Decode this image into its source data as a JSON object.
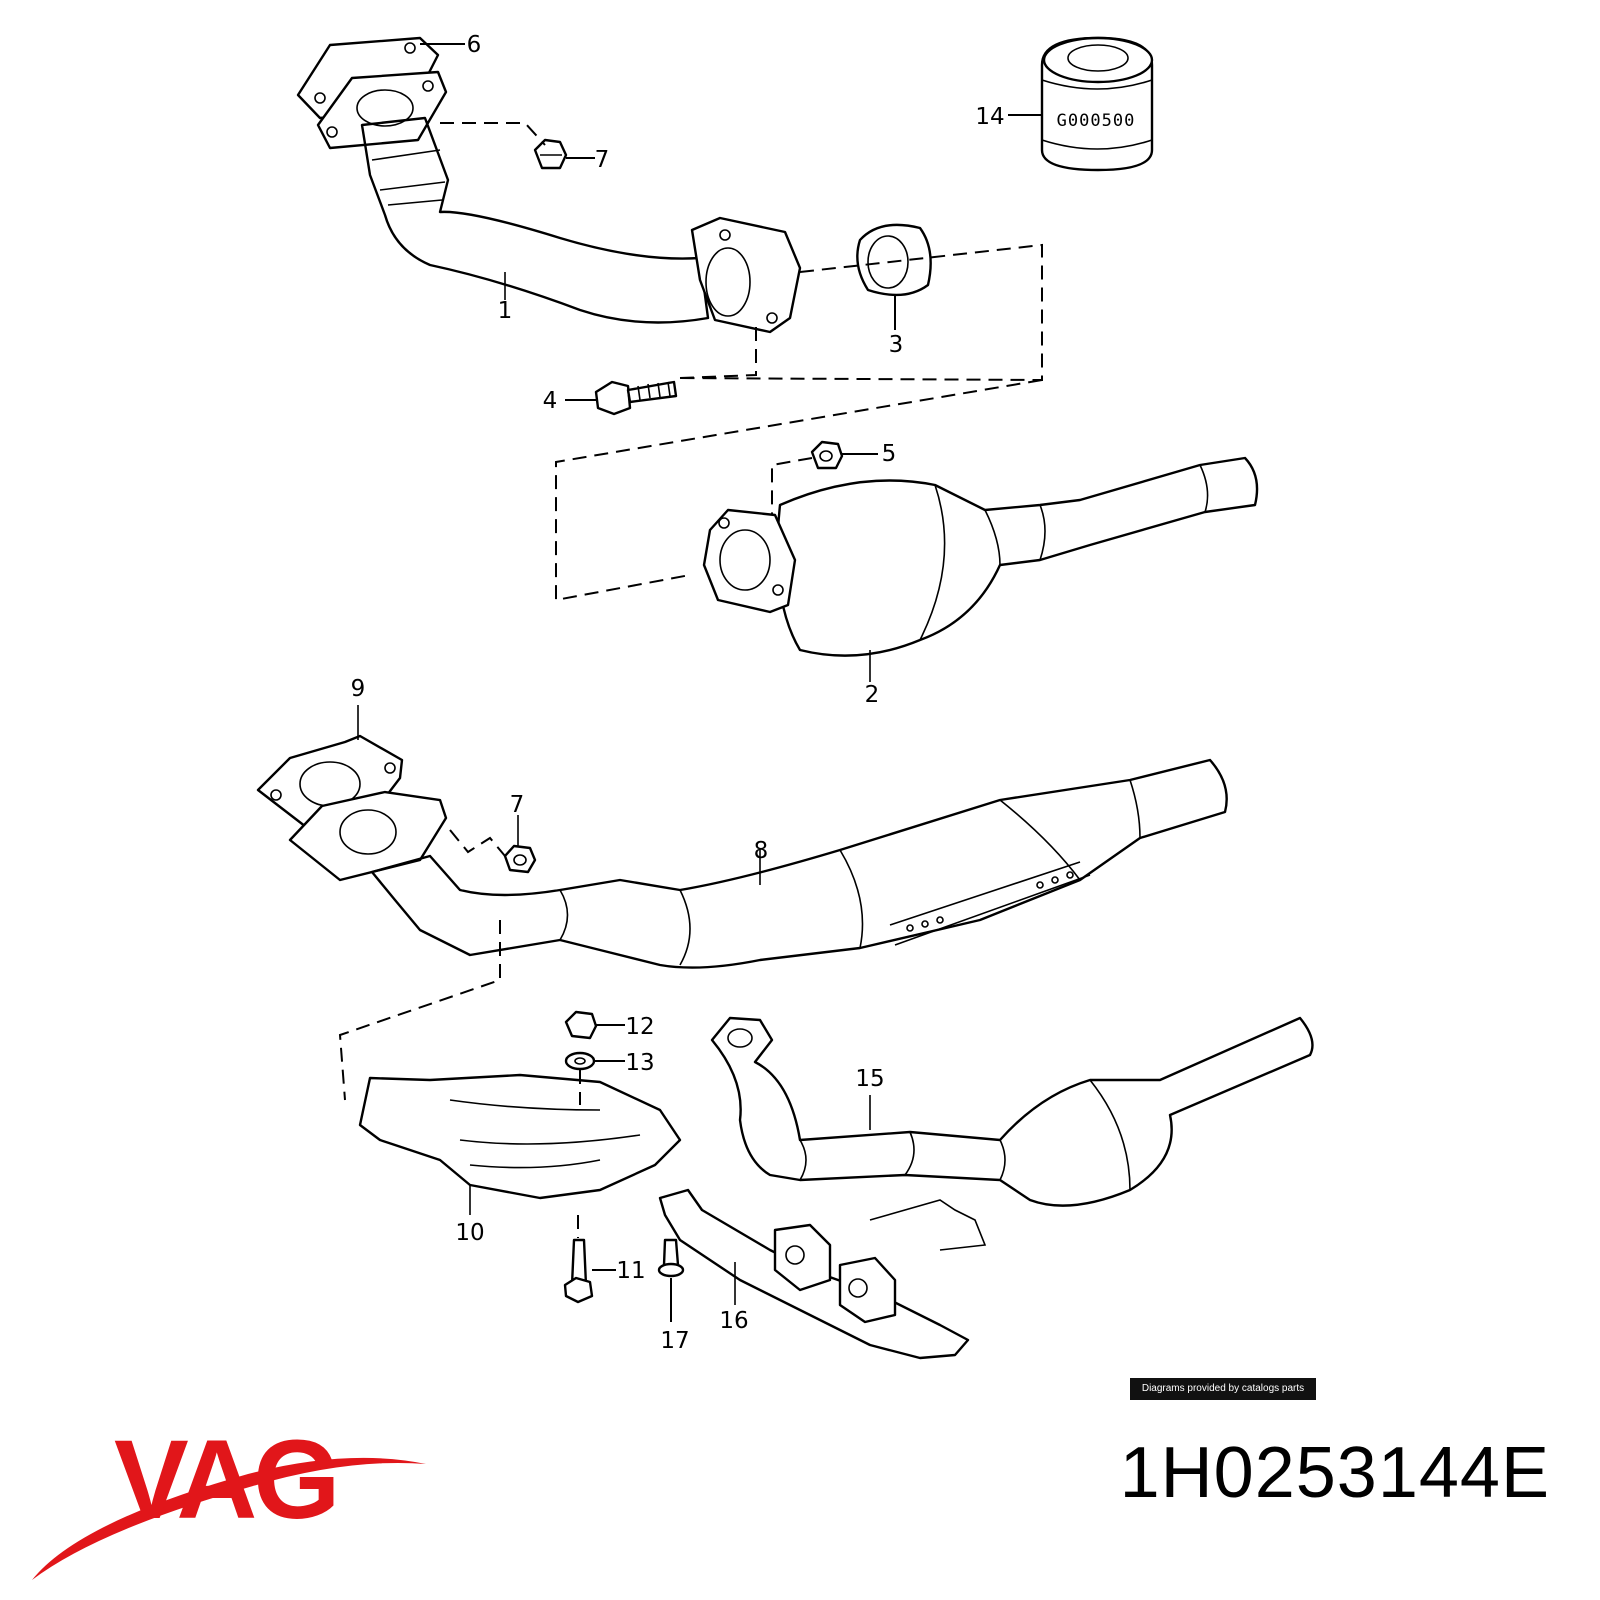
{
  "callouts": {
    "c1": "1",
    "c2": "2",
    "c3": "3",
    "c4": "4",
    "c5": "5",
    "c6": "6",
    "c7a": "7",
    "c7b": "7",
    "c8": "8",
    "c9": "9",
    "c10": "10",
    "c11": "11",
    "c12": "12",
    "c13": "13",
    "c14": "14",
    "c15": "15",
    "c16": "16",
    "c17": "17"
  },
  "part14_stamp": "G000500",
  "credit": "Diagrams provided by catalogs parts",
  "part_number": "1H0253144E",
  "brand": {
    "name": "VAG",
    "color": "#e1161a"
  }
}
